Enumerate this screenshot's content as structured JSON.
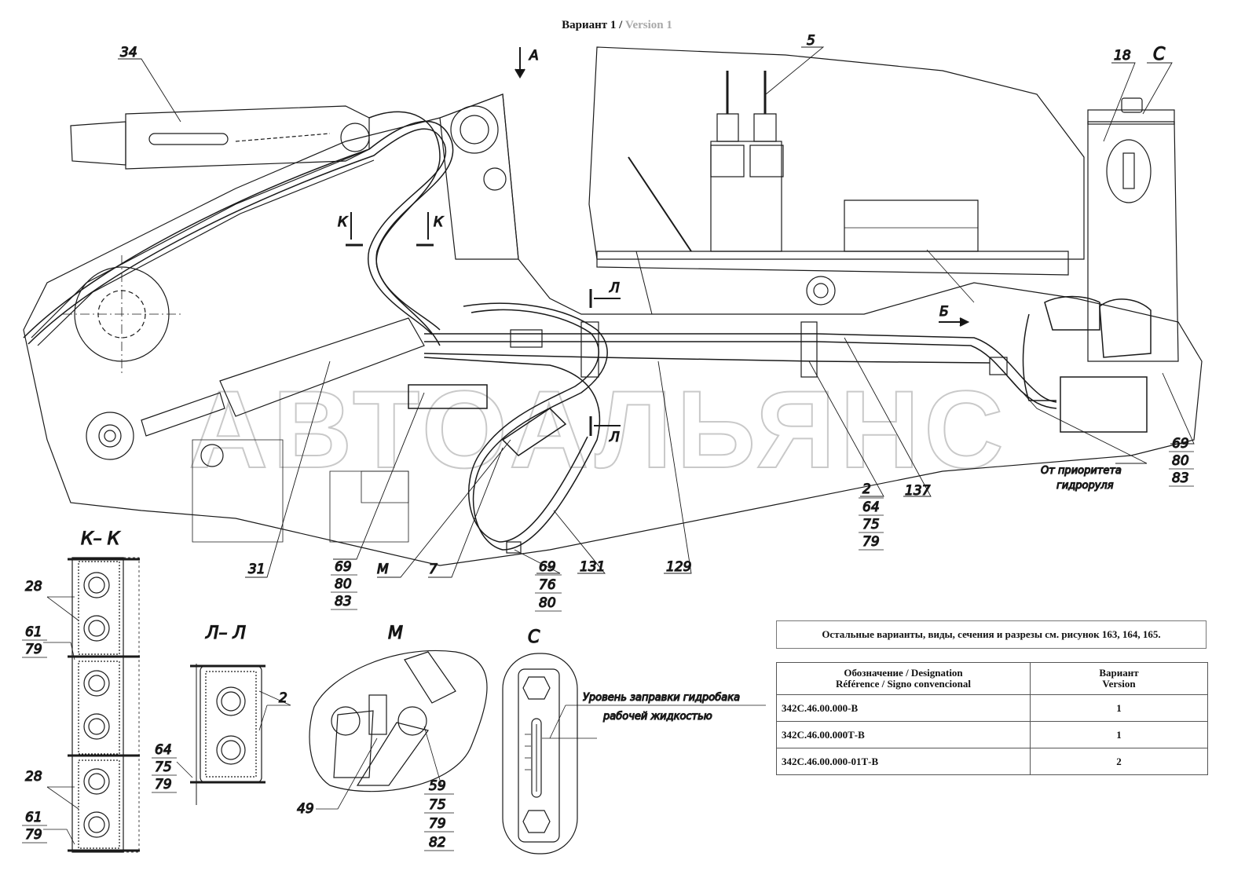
{
  "title": {
    "variant": "Вариант 1 /",
    "version": "Version 1"
  },
  "watermark": "АВТОАЛЬЯНС",
  "view_labels": {
    "kk": "К– К",
    "ll": "Л– Л",
    "m": "М",
    "c": "С"
  },
  "markers": {
    "a": "А",
    "k": "К",
    "l": "Л",
    "b": "Б",
    "c": "С",
    "m": "М"
  },
  "callouts": {
    "c34": "34",
    "c5": "5",
    "c18": "18",
    "c31": "31",
    "c7": "7",
    "c131": "131",
    "c129": "129",
    "c137": "137",
    "stack_2": [
      "2",
      "64",
      "75",
      "79"
    ],
    "stack_69a": [
      "69",
      "80",
      "83"
    ],
    "stack_69b": [
      "69",
      "76",
      "80"
    ],
    "stack_69c": [
      "69",
      "80",
      "83"
    ],
    "c28a": "28",
    "c28b": "28",
    "stack_61a": [
      "61",
      "79"
    ],
    "stack_61b": [
      "61",
      "79"
    ],
    "ll_2": "2",
    "stack_64": [
      "64",
      "75",
      "79"
    ],
    "m_49": "49",
    "stack_59": [
      "59",
      "75",
      "79",
      "82"
    ]
  },
  "notes": {
    "priority_line1": "От приоритета",
    "priority_line2": "гидроруля",
    "level_line1": "Уровень заправки гидробака",
    "level_line2": "рабочей жидкостью"
  },
  "reference_note": "Остальные варианты, виды, сечения и разрезы см. рисунок 163, 164, 165.",
  "table": {
    "header_designation": [
      "Обозначение / Designation",
      "Référence / Signo convencional"
    ],
    "header_variant": [
      "Вариант",
      "Version"
    ],
    "rows": [
      {
        "designation": "342С.46.00.000-В",
        "variant": "1"
      },
      {
        "designation": "342С.46.00.000Т-В",
        "variant": "1"
      },
      {
        "designation": "342С.46.00.000-01Т-В",
        "variant": "2"
      }
    ]
  }
}
